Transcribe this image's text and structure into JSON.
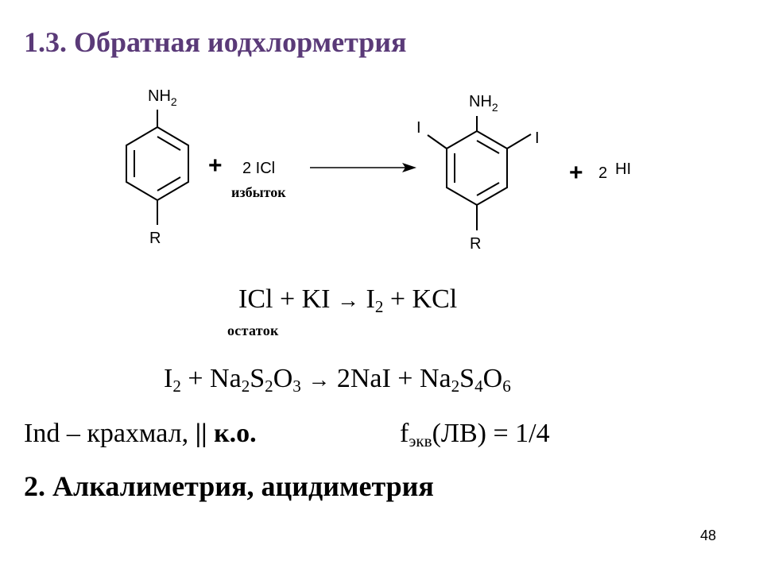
{
  "title": "1.3. Обратная иодхлорметрия",
  "scheme": {
    "reactant": {
      "top_group": "NH",
      "top_sub": "2",
      "bottom_group": "R"
    },
    "plus": "+",
    "reagent": "2 ICl",
    "reagent_note": "избыток",
    "product": {
      "top_group": "NH",
      "top_sub": "2",
      "left_sub": "I",
      "right_sub": "I",
      "bottom_group": "R"
    },
    "plus2": "+",
    "byproduct_coef": "2",
    "byproduct": "HI"
  },
  "equation1": {
    "left": "ICl + KI",
    "arrow": "→",
    "p1": "I",
    "p1_sub": "2",
    "p2": "+ KCl",
    "note": "остаток"
  },
  "equation2": {
    "a": "I",
    "a_sub": "2",
    "b": "+ Na",
    "b_sub": "2",
    "c": "S",
    "c_sub": "2",
    "d": "O",
    "d_sub": "3",
    "arrow": "→",
    "e": "2NaI + Na",
    "e_sub": "2",
    "f": "S",
    "f_sub": "4",
    "g": "O",
    "g_sub": "6"
  },
  "indicator": {
    "text": "Ind – крахмал, ",
    "bars": "||",
    "ko": "к.о."
  },
  "feq": {
    "f": "f",
    "sub": "экв",
    "rest": "(ЛВ) = 1/4"
  },
  "section2": "2. Алкалиметрия, ацидиметрия",
  "page_number": "48"
}
